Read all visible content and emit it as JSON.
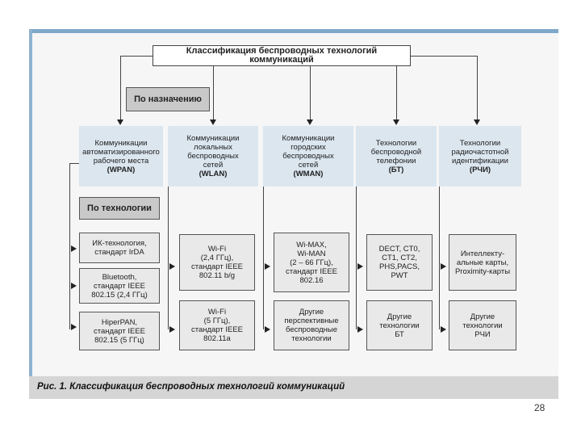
{
  "diagram": {
    "title": "Классификация беспроводных технологий коммуникаций",
    "by_purpose": "По назначению",
    "by_technology": "По технологии",
    "categories": [
      {
        "label": "Коммуникации\nавтоматизированного\nрабочего места",
        "abbr": "(WPAN)"
      },
      {
        "label": "Коммуникации\nлокальных\nбеспроводных\nсетей",
        "abbr": "(WLAN)"
      },
      {
        "label": "Коммуникации\nгородских\nбеспроводных\nсетей",
        "abbr": "(WMAN)"
      },
      {
        "label": "Технологии\nбеспроводной\nтелефонии",
        "abbr": "(БТ)"
      },
      {
        "label": "Технологии\nрадиочастотной\nидентификации",
        "abbr": "(РЧИ)"
      }
    ],
    "wpan_items": [
      "ИК-технология,\nстандарт IrDA",
      "Bluetooth,\nстандарт IEEE\n802.15 (2,4 ГГц)",
      "HiperPAN,\nстандарт IEEE\n802.15 (5 ГГц)"
    ],
    "wlan_items": [
      "Wi-Fi\n(2,4 ГГц),\nстандарт IEEE\n802.11 b/g",
      "Wi-Fi\n(5 ГГц),\nстандарт IEEE\n802.11a"
    ],
    "wman_items": [
      "Wi-MAX,\nWi-MAN\n(2 – 66 ГГц),\nстандарт IEEE\n802.16",
      "Другие\nперспективные\nбеспроводные\nтехнологии"
    ],
    "bt_items": [
      "DECT, CT0,\nCT1, CT2,\nPHS,PACS,\nPWT",
      "Другие\nтехнологии\nБТ"
    ],
    "rfid_items": [
      "Интеллекту-\nальные карты,\nProximity-карты",
      "Другие\nтехнологии\nРЧИ"
    ]
  },
  "caption": "Рис. 1. Классификация беспроводных технологий коммуникаций",
  "page_number": "28"
}
